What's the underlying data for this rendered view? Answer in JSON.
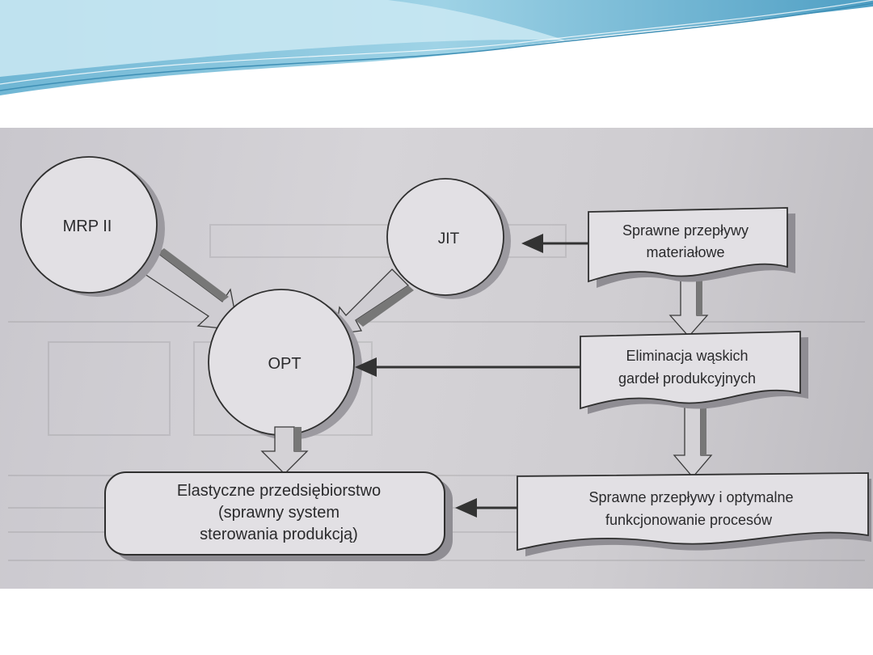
{
  "nodes": {
    "mrp": "MRP II",
    "jit": "JIT",
    "opt": "OPT",
    "flow1": [
      "Sprawne przepływy",
      "materiałowe"
    ],
    "bottleneck": [
      "Eliminacja wąskich",
      "gardeł produkcyjnych"
    ],
    "flow2": [
      "Sprawne przepływy i optymalne",
      "funkcjonowanie procesów"
    ],
    "elastic": [
      "Elastyczne przedsiębiorstwo",
      "(sprawny system",
      "sterowania produkcją)"
    ]
  },
  "colors": {
    "wave_dark": "#5aa7c9",
    "wave_light": "#bfe3ef",
    "photo_bg": "#cfcdd1",
    "shape_fill": "#e2e0e4",
    "ink": "#2a2a2c"
  }
}
